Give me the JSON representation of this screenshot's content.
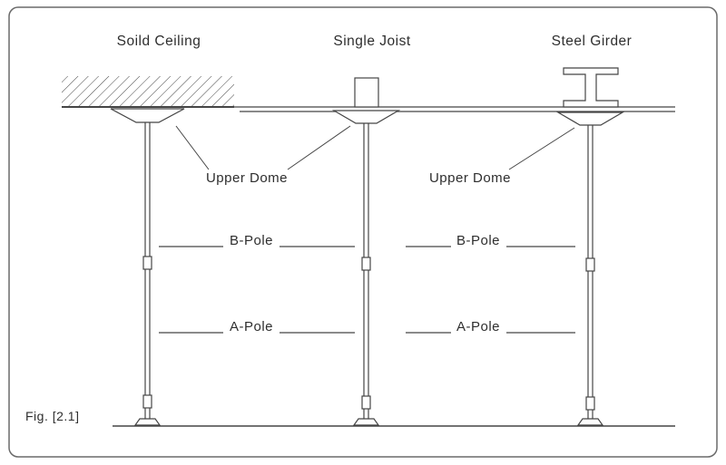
{
  "figure": {
    "caption": "Fig. [2.1]"
  },
  "columns": [
    {
      "title": "Soild Ceiling",
      "support_type": "solid-ceiling-hatched"
    },
    {
      "title": "Single Joist",
      "support_type": "joist-block"
    },
    {
      "title": "Steel Girder",
      "support_type": "steel-i-beam"
    }
  ],
  "annotations": {
    "upper_dome": "Upper Dome",
    "b_pole": "B-Pole",
    "a_pole": "A-Pole"
  },
  "colors": {
    "line": "#454545",
    "text": "#2e2e2e",
    "background": "#ffffff",
    "border": "#6a6a6a"
  }
}
